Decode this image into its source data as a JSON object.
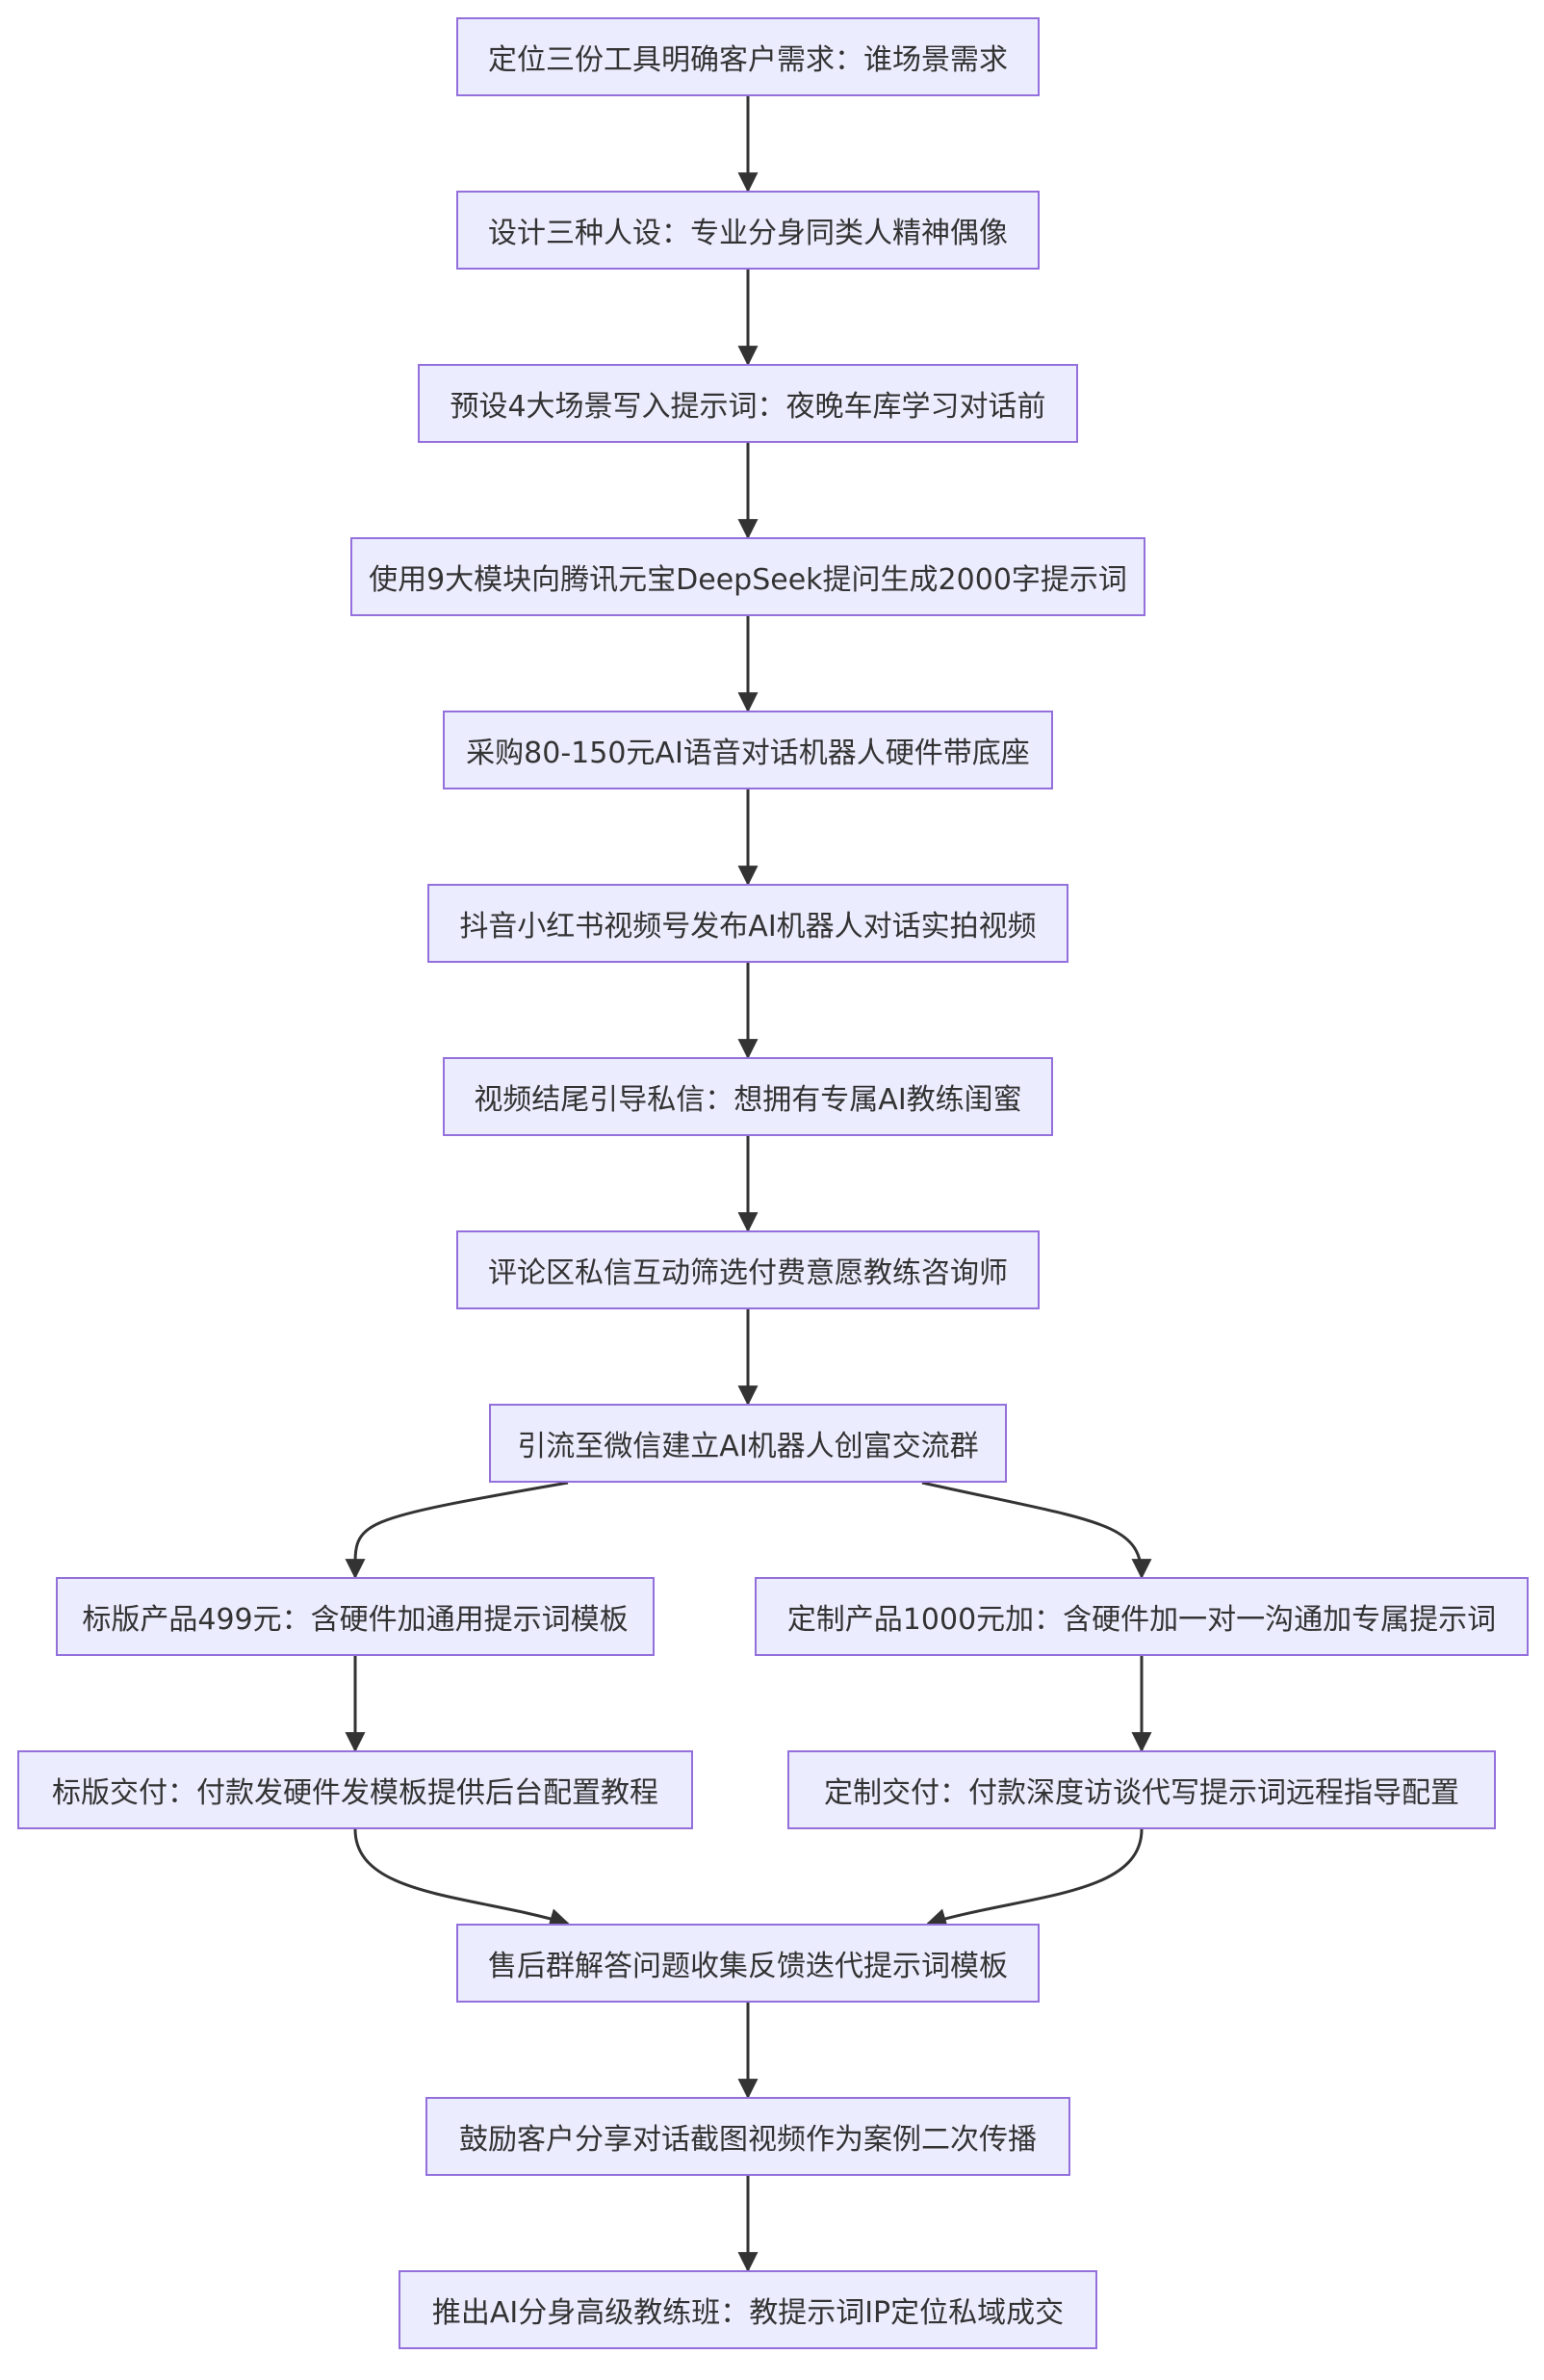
{
  "diagram": {
    "type": "flowchart",
    "colors": {
      "node_fill": "#ececff",
      "node_border": "#9370db",
      "edge": "#333333",
      "text": "#333333"
    },
    "nodes": [
      {
        "id": "n1",
        "label": "定位三份工具明确客户需求：谁场景需求"
      },
      {
        "id": "n2",
        "label": "设计三种人设：专业分身同类人精神偶像"
      },
      {
        "id": "n3",
        "label": "预设4大场景写入提示词：夜晚车库学习对话前"
      },
      {
        "id": "n4",
        "label": "使用9大模块向腾讯元宝DeepSeek提问生成2000字提示词"
      },
      {
        "id": "n5",
        "label": "采购80-150元AI语音对话机器人硬件带底座"
      },
      {
        "id": "n6",
        "label": "抖音小红书视频号发布AI机器人对话实拍视频"
      },
      {
        "id": "n7",
        "label": "视频结尾引导私信：想拥有专属AI教练闺蜜"
      },
      {
        "id": "n8",
        "label": "评论区私信互动筛选付费意愿教练咨询师"
      },
      {
        "id": "n9",
        "label": "引流至微信建立AI机器人创富交流群"
      },
      {
        "id": "n10",
        "label": "标版产品499元：含硬件加通用提示词模板"
      },
      {
        "id": "n11",
        "label": "定制产品1000元加：含硬件加一对一沟通加专属提示词"
      },
      {
        "id": "n12",
        "label": "标版交付：付款发硬件发模板提供后台配置教程"
      },
      {
        "id": "n13",
        "label": "定制交付：付款深度访谈代写提示词远程指导配置"
      },
      {
        "id": "n14",
        "label": "售后群解答问题收集反馈迭代提示词模板"
      },
      {
        "id": "n15",
        "label": "鼓励客户分享对话截图视频作为案例二次传播"
      },
      {
        "id": "n16",
        "label": "推出AI分身高级教练班：教提示词IP定位私域成交"
      }
    ],
    "edges": [
      {
        "from": "n1",
        "to": "n2"
      },
      {
        "from": "n2",
        "to": "n3"
      },
      {
        "from": "n3",
        "to": "n4"
      },
      {
        "from": "n4",
        "to": "n5"
      },
      {
        "from": "n5",
        "to": "n6"
      },
      {
        "from": "n6",
        "to": "n7"
      },
      {
        "from": "n7",
        "to": "n8"
      },
      {
        "from": "n8",
        "to": "n9"
      },
      {
        "from": "n9",
        "to": "n10"
      },
      {
        "from": "n9",
        "to": "n11"
      },
      {
        "from": "n10",
        "to": "n12"
      },
      {
        "from": "n11",
        "to": "n13"
      },
      {
        "from": "n12",
        "to": "n14"
      },
      {
        "from": "n13",
        "to": "n14"
      },
      {
        "from": "n14",
        "to": "n15"
      },
      {
        "from": "n15",
        "to": "n16"
      }
    ]
  }
}
